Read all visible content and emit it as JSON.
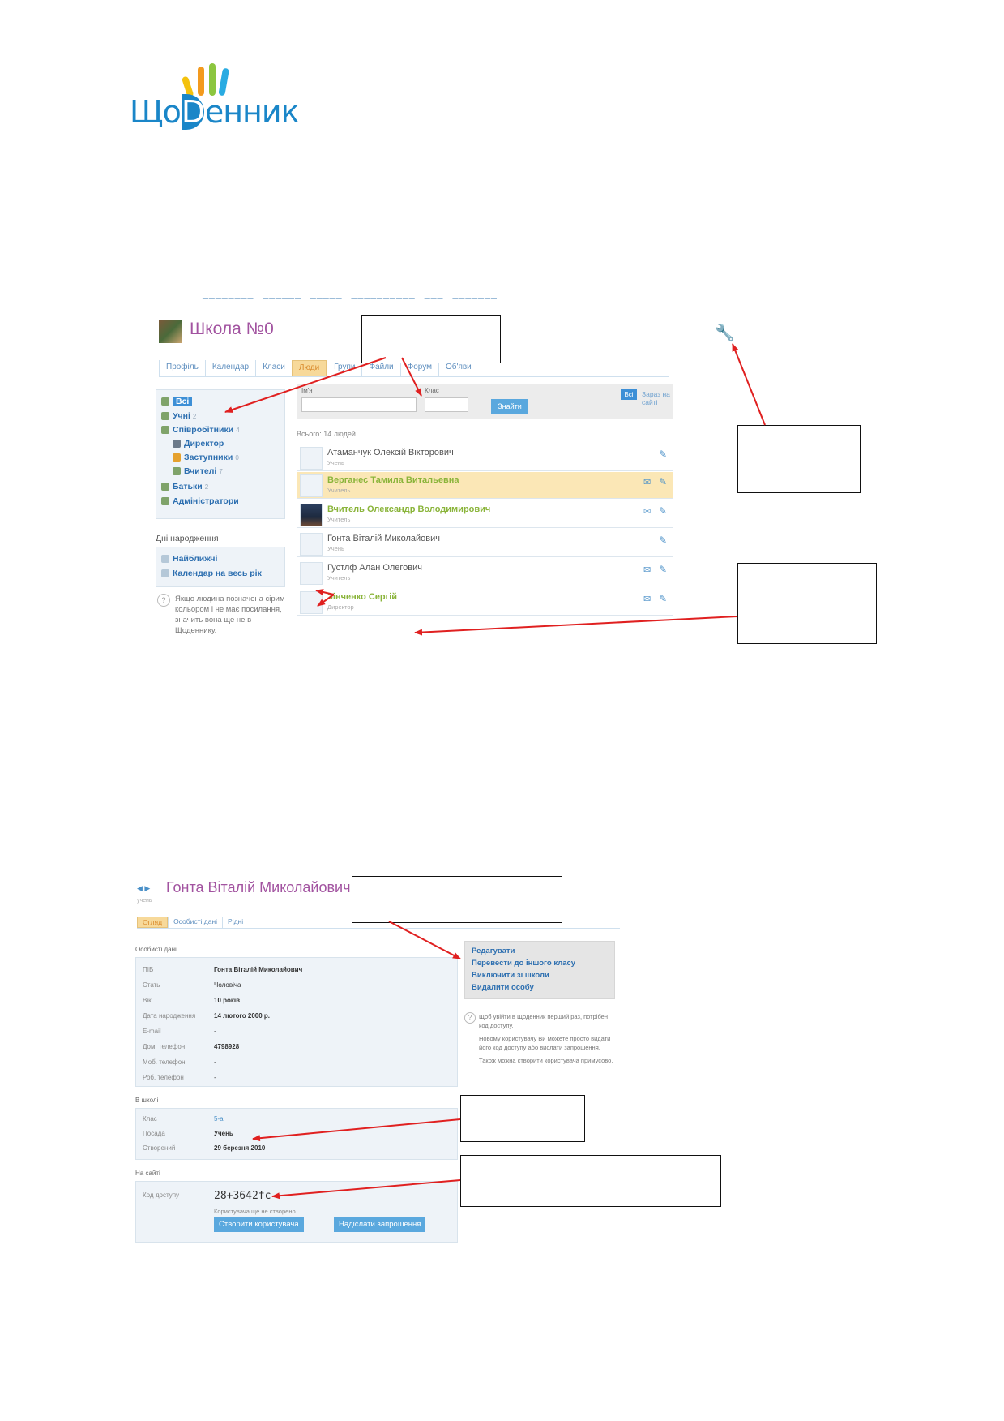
{
  "logo": {
    "text_before": "Що",
    "letter": "D",
    "text_after": "енник"
  },
  "colors": {
    "accent": "#1a86c8",
    "title_purple": "#a253a0",
    "link_blue": "#2d6fb0",
    "highlight": "#fbe7b6",
    "arrow_red": "#e02020"
  },
  "school_page": {
    "title": "Школа №0",
    "tabs": [
      "Профіль",
      "Календар",
      "Класи",
      "Люди",
      "Групи",
      "Файли",
      "Форум",
      "Об'яви"
    ],
    "active_tab": "Люди",
    "sidebar": {
      "all": "Всі",
      "students": {
        "label": "Учні",
        "count": "2"
      },
      "staff": {
        "label": "Співробітники",
        "count": "4"
      },
      "director": "Директор",
      "deputies": {
        "label": "Заступники",
        "count": "0"
      },
      "teachers": {
        "label": "Вчителі",
        "count": "7"
      },
      "parents": {
        "label": "Батьки",
        "count": "2"
      },
      "admins": "Адміністратори"
    },
    "birthdays": {
      "title": "Дні народження",
      "nearest": "Найближчі",
      "calendar": "Календар на весь рік"
    },
    "help_text": "Якщо людина позначена сірим кольором і не має посилання, значить вона ще не в Щоденнику.",
    "search": {
      "name_label": "Ім'я",
      "class_label": "Клас",
      "find_button": "Знайти",
      "all_button": "Всі",
      "online_link": "Зараз на сайті"
    },
    "total": "Всього: 14 людей",
    "people": [
      {
        "name": "Атаманчук Олексій Вікторович",
        "role": "Учень",
        "registered": false,
        "mail": false
      },
      {
        "name": "Верганес Тамила Витальевна",
        "role": "Учитель",
        "registered": true,
        "mail": true,
        "highlight": true
      },
      {
        "name": "Вчитель Олександр Володимирович",
        "role": "Учитель",
        "registered": true,
        "mail": true,
        "photo": true
      },
      {
        "name": "Гонта Віталій Миколайович",
        "role": "Учень",
        "registered": false,
        "mail": false
      },
      {
        "name": "Густлф Алан Олегович",
        "role": "Учитель",
        "registered": false,
        "mail": true
      },
      {
        "name": "Зінченко Сергій",
        "role": "Директор",
        "registered": true,
        "mail": true
      }
    ]
  },
  "person_page": {
    "title": "Гонта Віталій Миколайович",
    "subtitle": "учень",
    "tabs": [
      "Огляд",
      "Особисті дані",
      "Рідні"
    ],
    "active_tab": "Огляд",
    "personal_title": "Особисті дані",
    "personal": [
      {
        "label": "ПІБ",
        "value": "Гонта Віталій Миколайович"
      },
      {
        "label": "Стать",
        "value": "Чоловіча"
      },
      {
        "label": "Вік",
        "value": "10 років"
      },
      {
        "label": "Дата народження",
        "value": "14 лютого 2000 р."
      },
      {
        "label": "E-mail",
        "value": "-"
      },
      {
        "label": "Дом. телефон",
        "value": "4798928"
      },
      {
        "label": "Моб. телефон",
        "value": "-"
      },
      {
        "label": "Роб. телефон",
        "value": "-"
      }
    ],
    "school_title": "В школі",
    "school": [
      {
        "label": "Клас",
        "value": "5-а"
      },
      {
        "label": "Посада",
        "value": "Учень"
      },
      {
        "label": "Створений",
        "value": "29 березня 2010"
      }
    ],
    "site_title": "На сайті",
    "access_code_label": "Код доступу",
    "access_code": "28+3642fc",
    "access_note": "Користувача ще не створено",
    "create_button": "Створити користувача",
    "invite_button": "Надіслати запрошення",
    "actions": [
      "Редагувати",
      "Перевести до іншого класу",
      "Виключити зі школи",
      "Видалити особу"
    ],
    "help": [
      "Щоб увійти в Щоденник перший раз, потрібен код доступу.",
      "Новому користувачу Ви можете просто видати його код доступу або вислати запрошення.",
      "Також можна створити користувача примусово."
    ]
  }
}
